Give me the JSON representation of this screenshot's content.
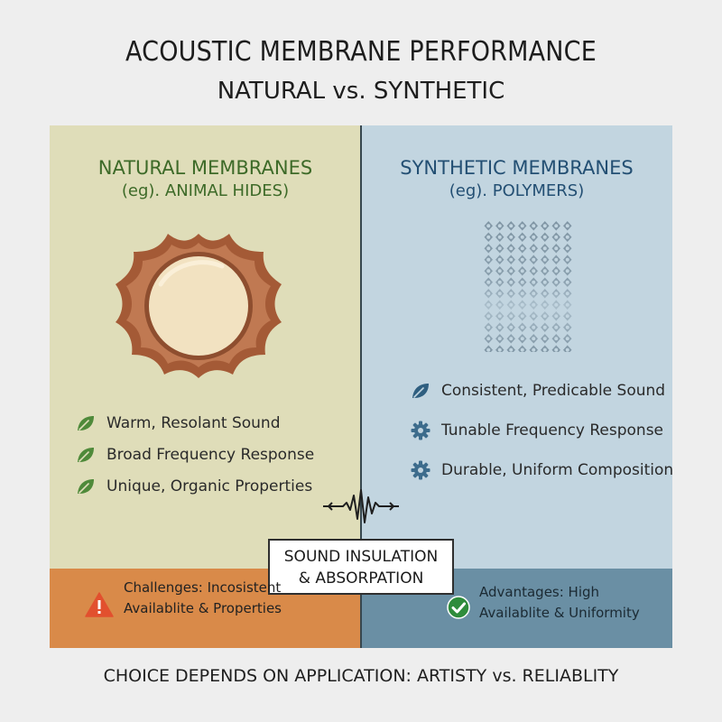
{
  "header": {
    "title": "ACOUSTIC MEMBRANE PERFORMANCE",
    "subtitle": "NATURAL vs. SYNTHETIC"
  },
  "natural": {
    "heading": "NATURAL MEMBRANES",
    "subheading": "(eg). ANIMAL HIDES)",
    "features": [
      {
        "icon": "leaf-icon",
        "label": "Warm, Resolant Sound"
      },
      {
        "icon": "leaf-icon",
        "label": "Broad Frequency Response"
      },
      {
        "icon": "leaf-icon",
        "label": "Unique, Organic Properties"
      }
    ],
    "note_line1": "Challenges: Incosistent",
    "note_line2": "Availablite & Properties",
    "note_icon": "warning-icon"
  },
  "synthetic": {
    "heading": "SYNTHETIC MEMBRANES",
    "subheading": "(eg). POLYMERS)",
    "features": [
      {
        "icon": "leaf-icon",
        "label": "Consistent, Predicable Sound"
      },
      {
        "icon": "gear-icon",
        "label": "Tunable Frequency Response"
      },
      {
        "icon": "gear-icon",
        "label": "Durable, Uniform Composition"
      }
    ],
    "note_line1": "Advantages: High",
    "note_line2": "Availablite & Uniformity",
    "note_icon": "check-icon"
  },
  "center": {
    "line1": "SOUND INSULATION",
    "line2": "& ABSORPATION",
    "icon": "sound-wave-icon"
  },
  "footer": "CHOICE DEPENDS ON APPLICATION: ARTISTY vs. RELIABLITY",
  "colors": {
    "natural_panel": "#dfddb9",
    "synthetic_panel": "#c2d5e0",
    "natural_bar": "#d98a49",
    "synthetic_bar": "#6a8fa4",
    "natural_accent": "#3d6a28",
    "synthetic_accent": "#234f73",
    "leaf": "#4f8a3a",
    "gear": "#3d6c8c",
    "warning": "#e2502e",
    "check": "#2f8c3c"
  }
}
